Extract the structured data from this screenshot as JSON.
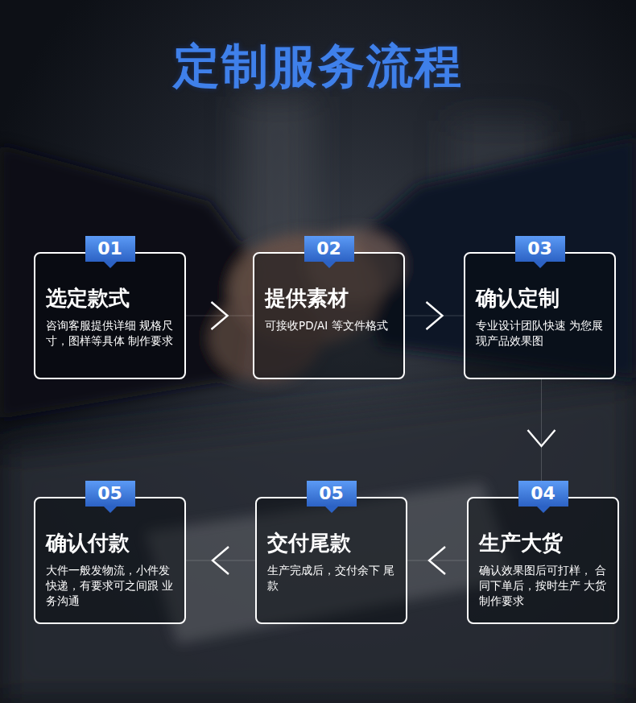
{
  "diagram": {
    "title": "定制服务流程",
    "nodes": [
      {
        "text": [
          "01",
          "选定款式",
          "咨询客服提供详细 规格尺寸，图样等具体 制作要求"
        ]
      },
      {
        "text": [
          "02",
          "提供素材",
          "可接收PD/AI 等文件格式"
        ]
      },
      {
        "text": [
          "03",
          "确认定制",
          "专业设计团队快速 为您展现产品效果图"
        ]
      },
      {
        "text": [
          "04",
          "生产大货",
          "确认效果图后可打样， 合同下单后，按时生产 大货制作要求"
        ]
      },
      {
        "text": [
          "05",
          "交付尾款",
          "生产完成后，交付余下 尾款"
        ]
      },
      {
        "text": [
          "05",
          "确认付款",
          "大件一般发物流，小件发 快递，有要求可之间跟 业务沟通"
        ]
      }
    ],
    "edges": [
      {
        "from": 0,
        "to": 1,
        "arrow": "to"
      },
      {
        "from": 1,
        "to": 2,
        "arrow": "to"
      },
      {
        "from": 2,
        "to": 3,
        "arrow": "to"
      },
      {
        "from": 3,
        "to": 4,
        "arrow": "to"
      },
      {
        "from": 4,
        "to": 5,
        "arrow": "to"
      }
    ]
  }
}
